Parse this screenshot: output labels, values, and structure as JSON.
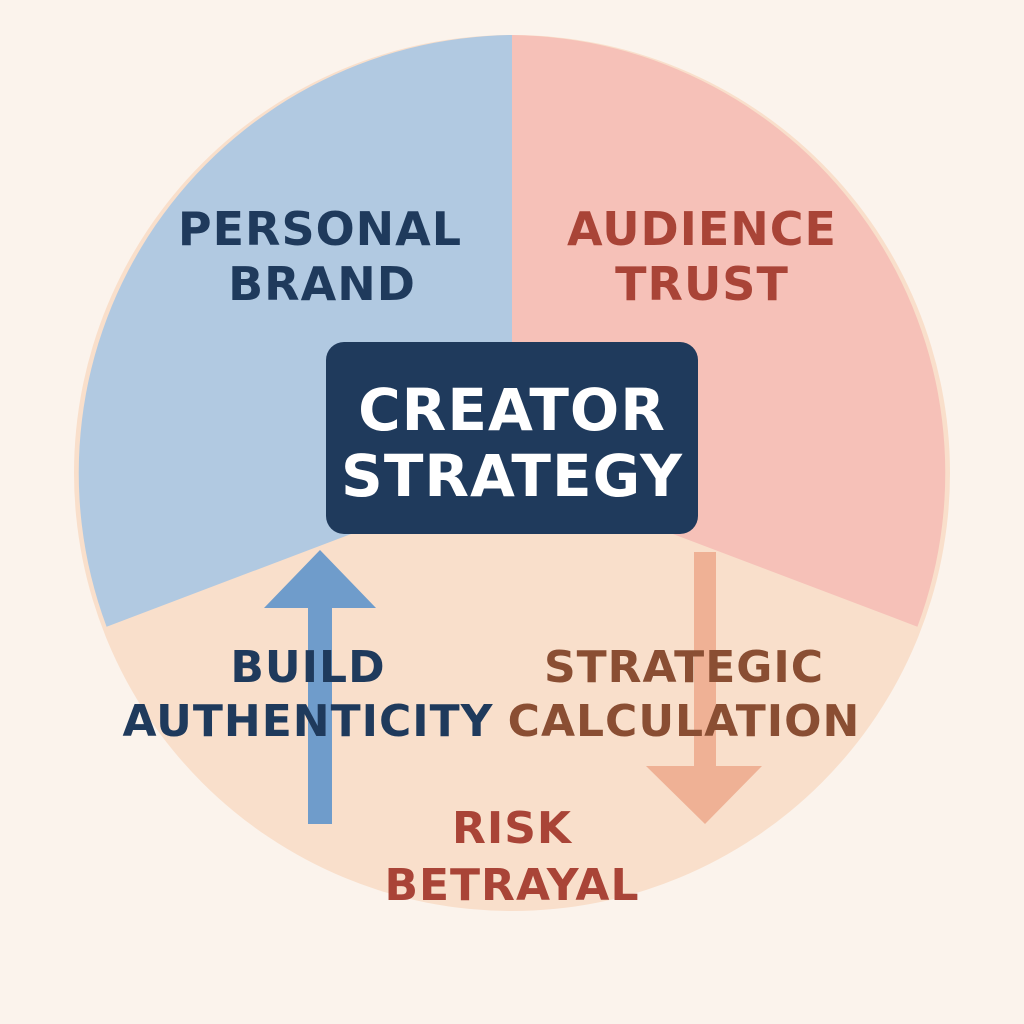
{
  "colors": {
    "background": "#fbf3ec",
    "personal_brand_fill": "#b1c9e1",
    "audience_trust_fill": "#f6c1b8",
    "bottom_fill": "#f9dfcb",
    "center_box": "#1f3a5c",
    "navy_text": "#1f3a5c",
    "red_text": "#a94437",
    "brown_text": "#8a4e33",
    "white_text": "#ffffff",
    "up_arrow": "#6f9ccb",
    "down_arrow": "#efb195"
  },
  "segments": {
    "personal_brand": {
      "line1": "PERSONAL",
      "line2": "BRAND"
    },
    "audience_trust": {
      "line1": "AUDIENCE",
      "line2": "TRUST"
    }
  },
  "center": {
    "line1": "CREATOR",
    "line2": "STRATEGY"
  },
  "labels": {
    "build_authenticity": {
      "line1": "BUILD",
      "line2": "AUTHENTICITY"
    },
    "strategic_calculation": {
      "line1": "STRATEGIC",
      "line2": "CALCULATION"
    },
    "risk_betrayal": {
      "line1": "RISK",
      "line2": "BETRAYAL"
    }
  },
  "arrows": {
    "up": {
      "direction": "up"
    },
    "down": {
      "direction": "down"
    }
  }
}
